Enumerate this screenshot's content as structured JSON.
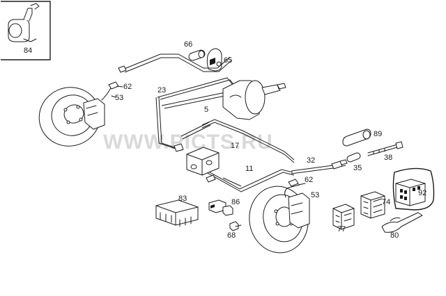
{
  "watermark": "WWW.PICTS.RU",
  "callouts": {
    "c84": "84",
    "c66": "66",
    "c65": "65",
    "c62a": "62",
    "c53a": "53",
    "c23": "23",
    "c5": "5",
    "c17": "17",
    "c11": "11",
    "c32": "32",
    "c89": "89",
    "c35": "35",
    "c38": "38",
    "c62b": "62",
    "c53b": "53",
    "c92": "92",
    "c74": "74",
    "c83": "83",
    "c86": "86",
    "c68": "68",
    "c77": "77",
    "c80": "80"
  }
}
